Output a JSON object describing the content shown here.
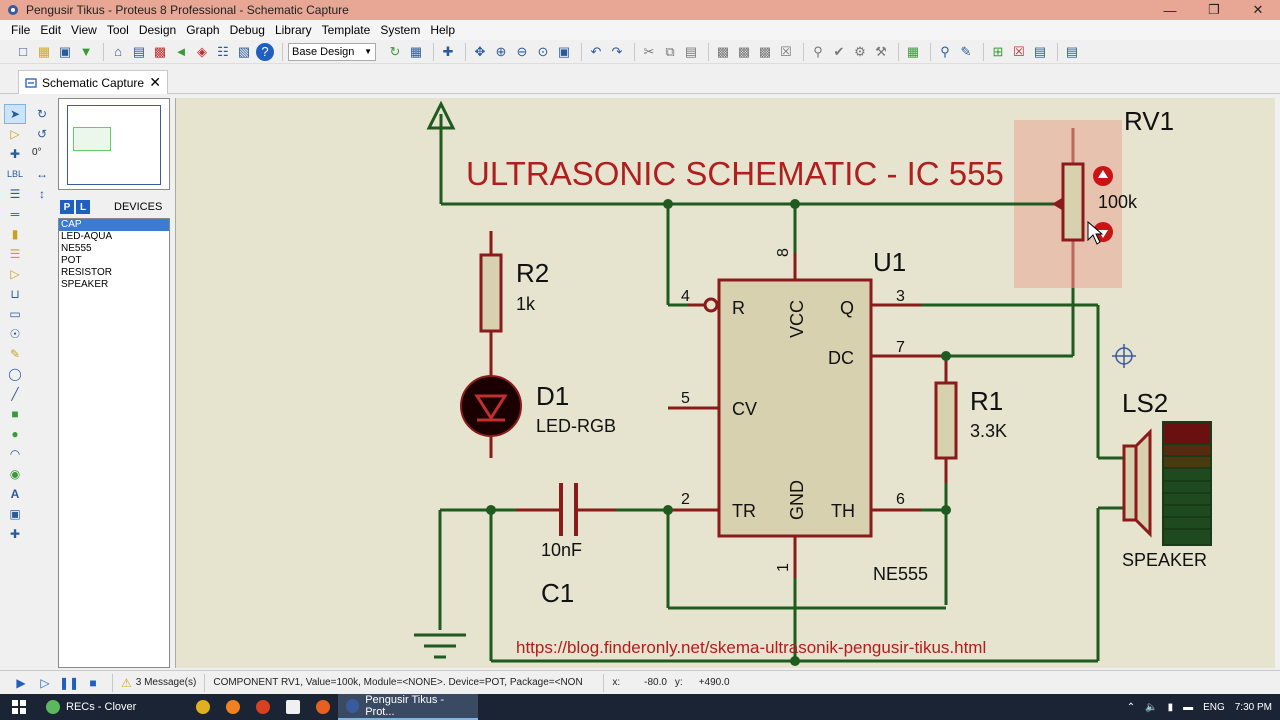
{
  "window": {
    "title": "Pengusir Tikus - Proteus 8 Professional - Schematic Capture",
    "controls": [
      "—",
      "❐",
      "✕"
    ]
  },
  "menu": [
    "File",
    "Edit",
    "View",
    "Tool",
    "Design",
    "Graph",
    "Debug",
    "Library",
    "Template",
    "System",
    "Help"
  ],
  "toolbar": {
    "design_select": "Base Design"
  },
  "tab": {
    "label": "Schematic Capture",
    "close": "✕"
  },
  "rotation": {
    "degrees": "0°"
  },
  "devices": {
    "p_label": "P",
    "l_label": "L",
    "title": "DEVICES",
    "items": [
      "CAP",
      "LED-AQUA",
      "NE555",
      "POT",
      "RESISTOR",
      "SPEAKER"
    ],
    "selected": "CAP"
  },
  "schematic": {
    "title": "ULTRASONIC SCHEMATIC - IC 555",
    "url": "https://blog.finderonly.net/skema-ultrasonik-pengusir-tikus.html",
    "rv1": {
      "ref": "RV1",
      "value": "100k"
    },
    "r2": {
      "ref": "R2",
      "value": "1k"
    },
    "d1": {
      "ref": "D1",
      "value": "LED-RGB"
    },
    "u1": {
      "ref": "U1",
      "part": "NE555"
    },
    "r1": {
      "ref": "R1",
      "value": "3.3K"
    },
    "ls2": {
      "ref": "LS2",
      "value": "SPEAKER"
    },
    "c1": {
      "ref": "C1",
      "value": "10nF"
    },
    "pins": {
      "r": "R",
      "vcc": "VCC",
      "q": "Q",
      "dc": "DC",
      "cv": "CV",
      "tr": "TR",
      "gnd": "GND",
      "th": "TH",
      "n4": "4",
      "n8": "8",
      "n3": "3",
      "n7": "7",
      "n5": "5",
      "n2": "2",
      "n6": "6",
      "n1": "1"
    }
  },
  "status": {
    "messages": "3 Message(s)",
    "component": "COMPONENT RV1, Value=100k, Module=<NONE>. Device=POT, Package=<NON",
    "x_label": "x:",
    "x_value": "-80.0",
    "y_label": "y:",
    "y_value": "+490.0"
  },
  "taskbar": {
    "items": [
      "RECs - Clover",
      "Pengusir Tikus - Prot..."
    ],
    "lang": "ENG",
    "time": "7:30 PM"
  }
}
